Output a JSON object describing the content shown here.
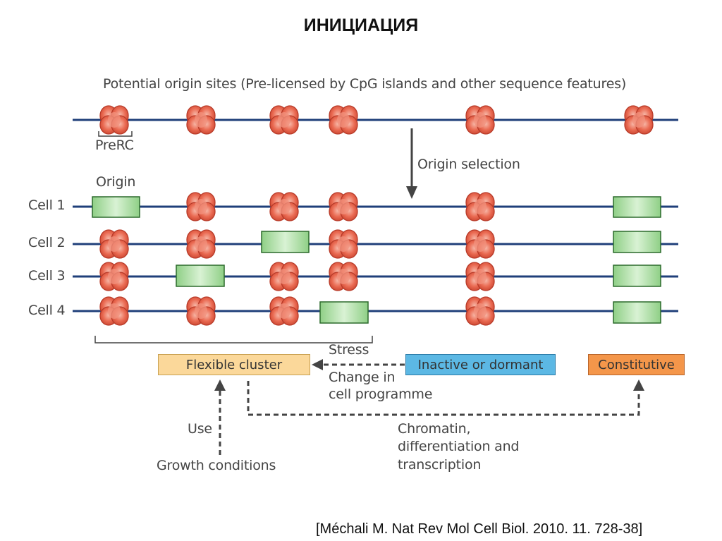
{
  "title": "ИНИЦИАЦИЯ",
  "potential_sites_label": "Potential origin sites (Pre-licensed by CpG islands and other sequence features)",
  "prerc_label": "PreRC",
  "origin_selection_label": "Origin selection",
  "origin_label": "Origin",
  "cells": [
    {
      "label": "Cell 1"
    },
    {
      "label": "Cell 2"
    },
    {
      "label": "Cell 3"
    },
    {
      "label": "Cell 4"
    }
  ],
  "boxes": {
    "flexible": "Flexible cluster",
    "inactive": "Inactive or dormant",
    "constitutive": "Constitutive"
  },
  "stress_label": "Stress",
  "change_line1": "Change in",
  "change_line2": "cell programme",
  "use_label": "Use",
  "growth_label": "Growth conditions",
  "chromatin_line1": "Chromatin,",
  "chromatin_line2": "differentiation and",
  "chromatin_line3": "transcription",
  "citation": "[Méchali M. Nat Rev Mol Cell Biol. 2010. 11. 728-38]",
  "colors": {
    "dna": "#1f3f7a",
    "prerc": "#e8604a",
    "prerc_dark": "#b83a28",
    "origin_fill": "#a8dca0",
    "flexible_fill": "#fbd89a",
    "inactive_fill": "#5cb8e4",
    "constitutive_fill": "#f4964a"
  }
}
